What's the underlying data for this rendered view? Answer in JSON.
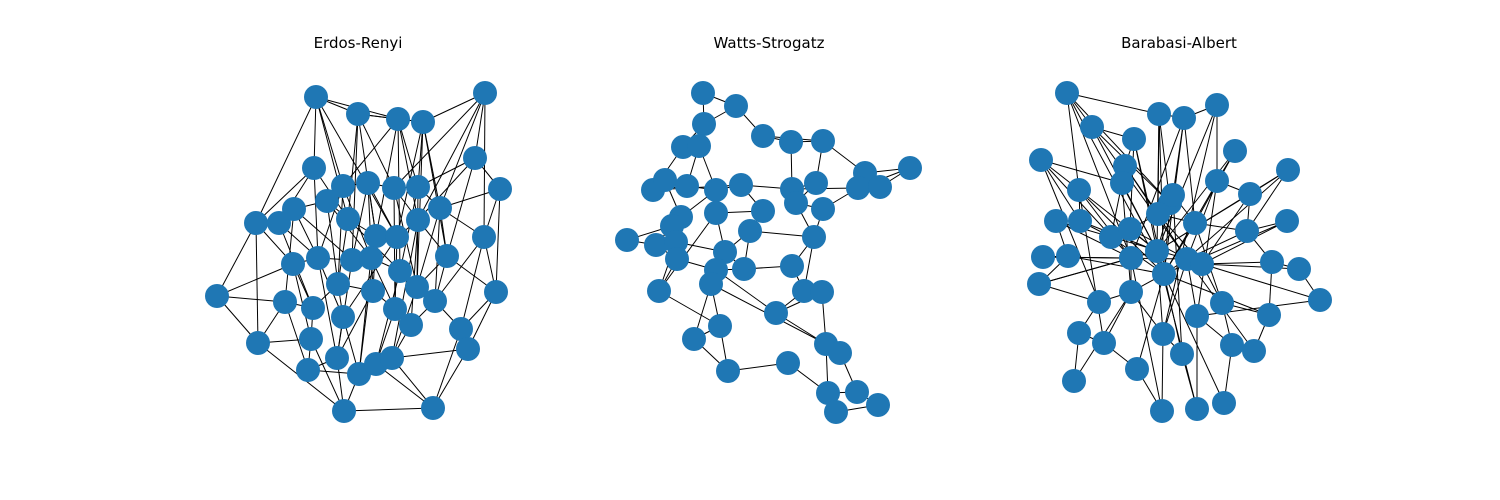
{
  "figure": {
    "node_color": "#1f77b4",
    "edge_color": "#000000"
  },
  "panels": [
    {
      "title": "Erdos-Renyi"
    },
    {
      "title": "Watts-Strogatz"
    },
    {
      "title": "Barabasi-Albert"
    }
  ]
}
